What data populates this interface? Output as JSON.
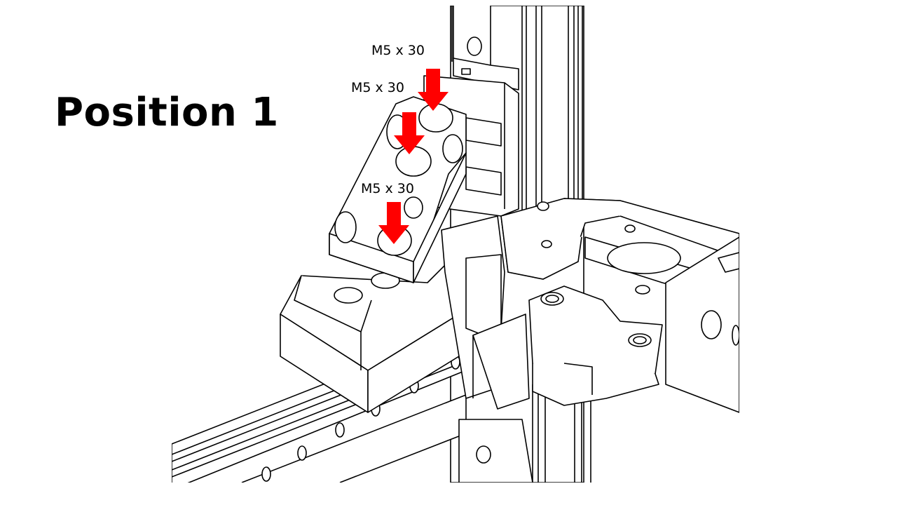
{
  "slide": {
    "title": "Position 1"
  },
  "annotations": [
    {
      "text": "M5 x 30"
    },
    {
      "text": "M5 x 30"
    },
    {
      "text": "M5 x 30"
    }
  ],
  "colors": {
    "arrow": "#ff0000",
    "line": "#000000",
    "background": "#ffffff"
  },
  "icons": [
    "red-arrow-down-icon"
  ]
}
